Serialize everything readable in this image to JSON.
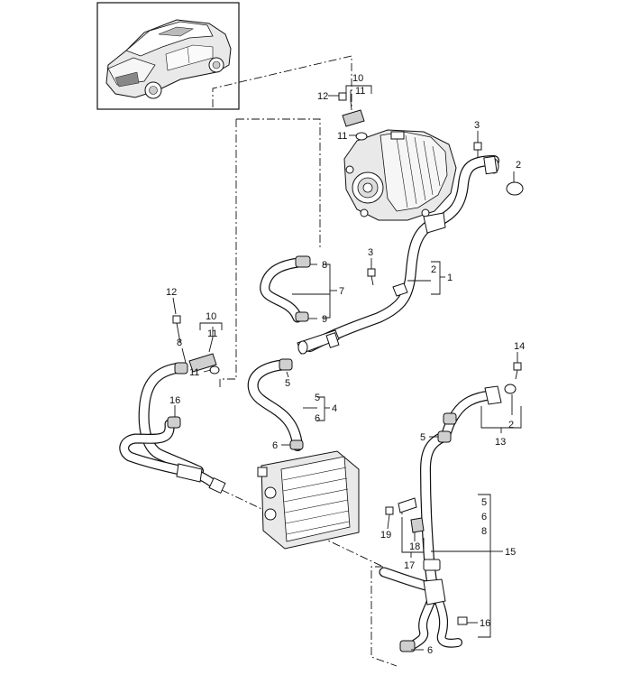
{
  "callouts": {
    "c1": "1",
    "c2a": "2",
    "c2b": "2",
    "c2c": "2",
    "c3a": "3",
    "c3b": "3",
    "c4": "4",
    "c5a": "5",
    "c5b": "5",
    "c5c": "5",
    "c5d": "5",
    "c6a": "6",
    "c6b": "6",
    "c6c": "6",
    "c6d": "6",
    "c7": "7",
    "c8a": "8",
    "c8b": "8",
    "c8c": "8",
    "c9": "9",
    "c10a": "10",
    "c10b": "10",
    "c11a": "11",
    "c11b": "11",
    "c11c": "11",
    "c11d": "11",
    "c12a": "12",
    "c12b": "12",
    "c13": "13",
    "c14": "14",
    "c15": "15",
    "c16a": "16",
    "c16b": "16",
    "c17": "17",
    "c18": "18",
    "c19": "19"
  }
}
